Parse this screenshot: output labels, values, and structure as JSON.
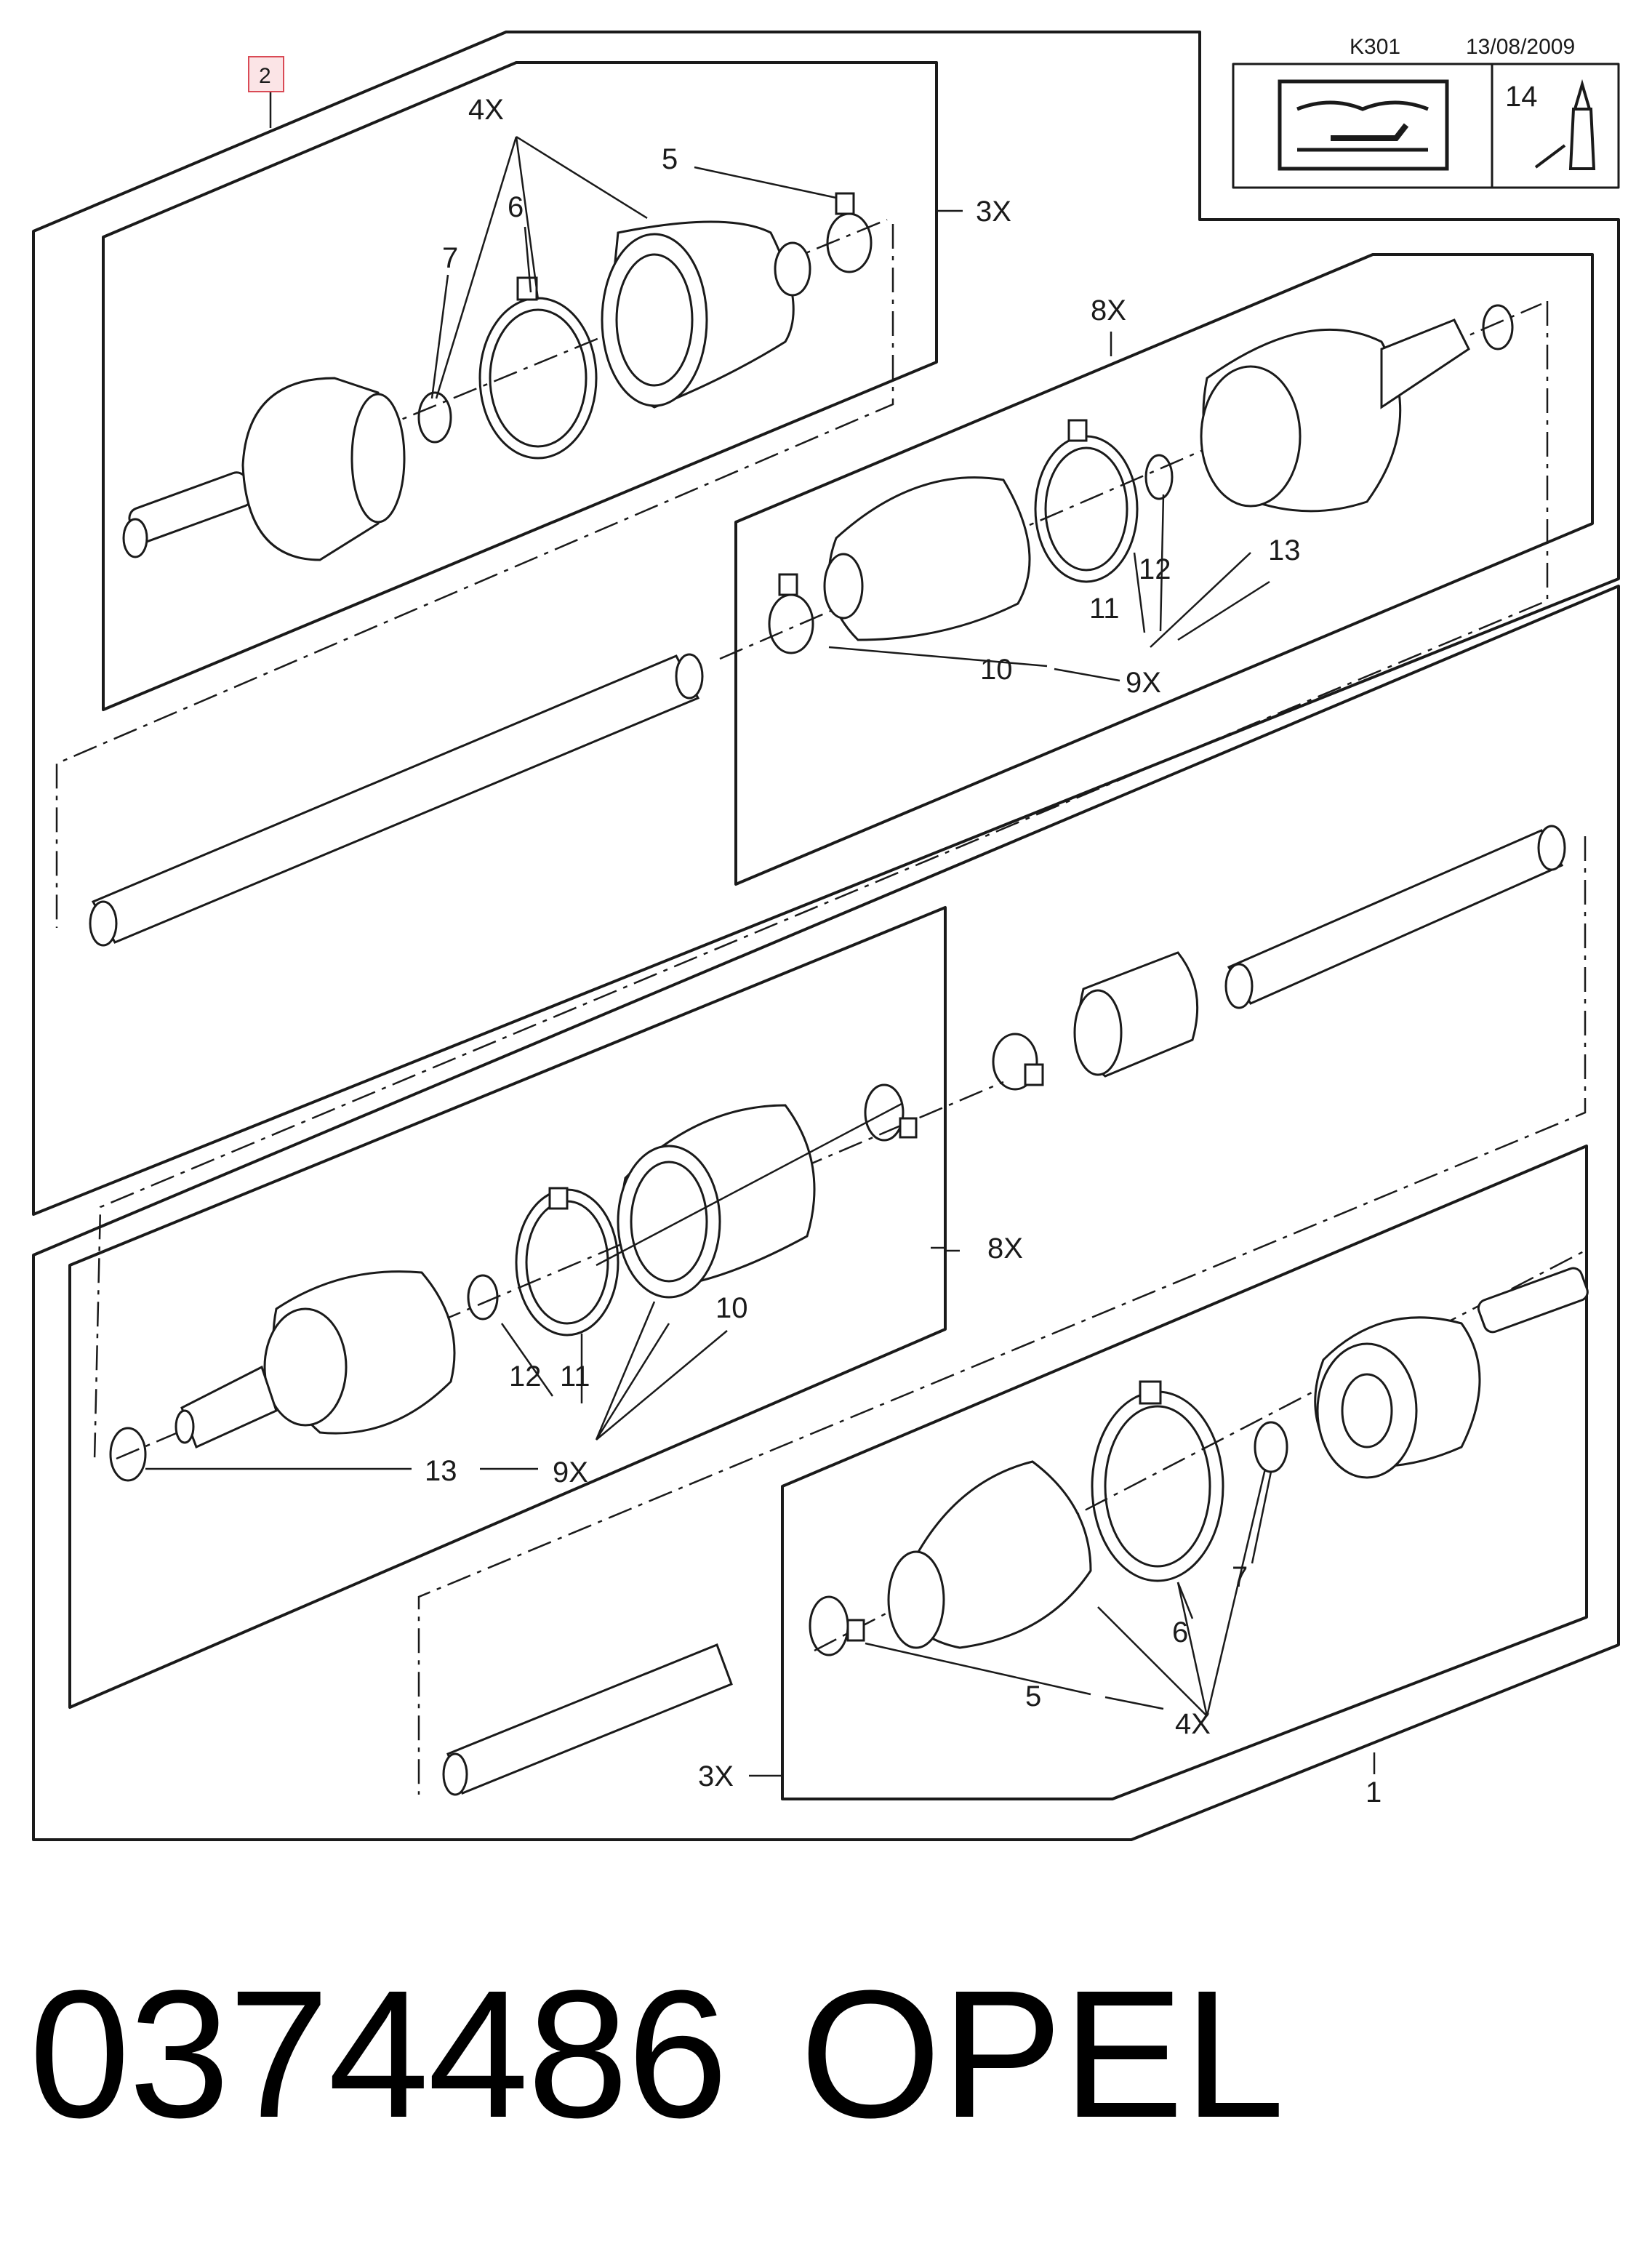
{
  "header": {
    "code": "K301",
    "date": "13/08/2009",
    "note_number": "14"
  },
  "callouts": {
    "ref_2": "2",
    "top_4x": "4X",
    "top_5": "5",
    "top_6": "6",
    "top_7": "7",
    "top_3x": "3X",
    "r_8x": "8X",
    "r_12": "12",
    "r_13": "13",
    "r_11": "11",
    "r_10": "10",
    "r_9x": "9X",
    "l_8x": "8X",
    "l_10": "10",
    "l_12": "12",
    "l_11": "11",
    "l_13": "13",
    "l_9x": "9X",
    "b_7": "7",
    "b_6": "6",
    "b_5": "5",
    "b_4x": "4X",
    "b_3x": "3X",
    "b_1": "1"
  },
  "footer": {
    "part_number": "0374486",
    "brand": "OPEL"
  }
}
